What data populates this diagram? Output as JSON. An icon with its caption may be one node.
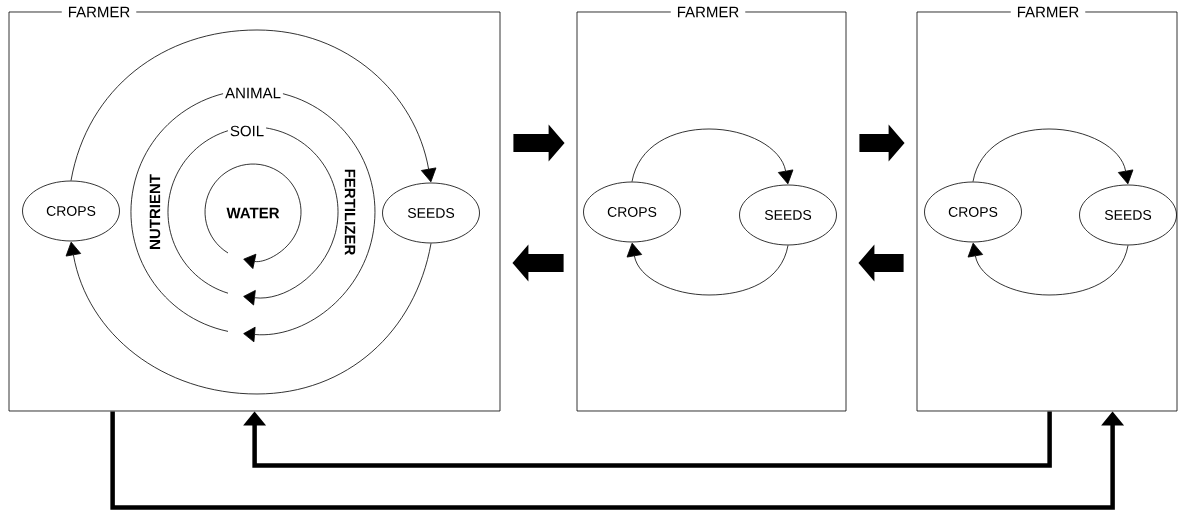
{
  "diagram": {
    "nodes": [
      {
        "text": [
          "FARMER"
        ]
      },
      {
        "text": [
          "CROPS"
        ],
        "in": 0
      },
      {
        "text": [
          "SEEDS"
        ],
        "in": 0
      },
      {
        "text": [
          "FARMER"
        ]
      },
      {
        "text": [
          "CROPS"
        ],
        "in": 3
      },
      {
        "text": [
          "SEEDS"
        ],
        "in": 3
      },
      {
        "text": [
          "FARMER"
        ]
      },
      {
        "text": [
          "CROPS"
        ],
        "in": 6
      },
      {
        "text": [
          "SEEDS"
        ],
        "in": 6
      }
    ],
    "edges": [
      {
        "from": 1,
        "to": 2,
        "arrow": "to"
      },
      {
        "from": 2,
        "to": 1,
        "arrow": "to"
      },
      {
        "from": 4,
        "to": 5,
        "arrow": "to"
      },
      {
        "from": 5,
        "to": 4,
        "arrow": "to"
      },
      {
        "from": 7,
        "to": 8,
        "arrow": "to"
      },
      {
        "from": 8,
        "to": 7,
        "arrow": "to"
      },
      {
        "from": 0,
        "to": 3,
        "arrow": "to",
        "style": "thick"
      },
      {
        "from": 3,
        "to": 0,
        "arrow": "to",
        "style": "thick"
      },
      {
        "from": 3,
        "to": 6,
        "arrow": "to",
        "style": "thick"
      },
      {
        "from": 6,
        "to": 3,
        "arrow": "to",
        "style": "thick"
      },
      {
        "from": 6,
        "to": 0,
        "arrow": "to",
        "style": "thick"
      },
      {
        "from": 0,
        "to": 6,
        "arrow": "to",
        "style": "thick"
      }
    ],
    "labels": [
      "ANIMAL",
      "SOIL",
      "NUTRIENT",
      "WATER",
      "FERTILIZER"
    ]
  }
}
